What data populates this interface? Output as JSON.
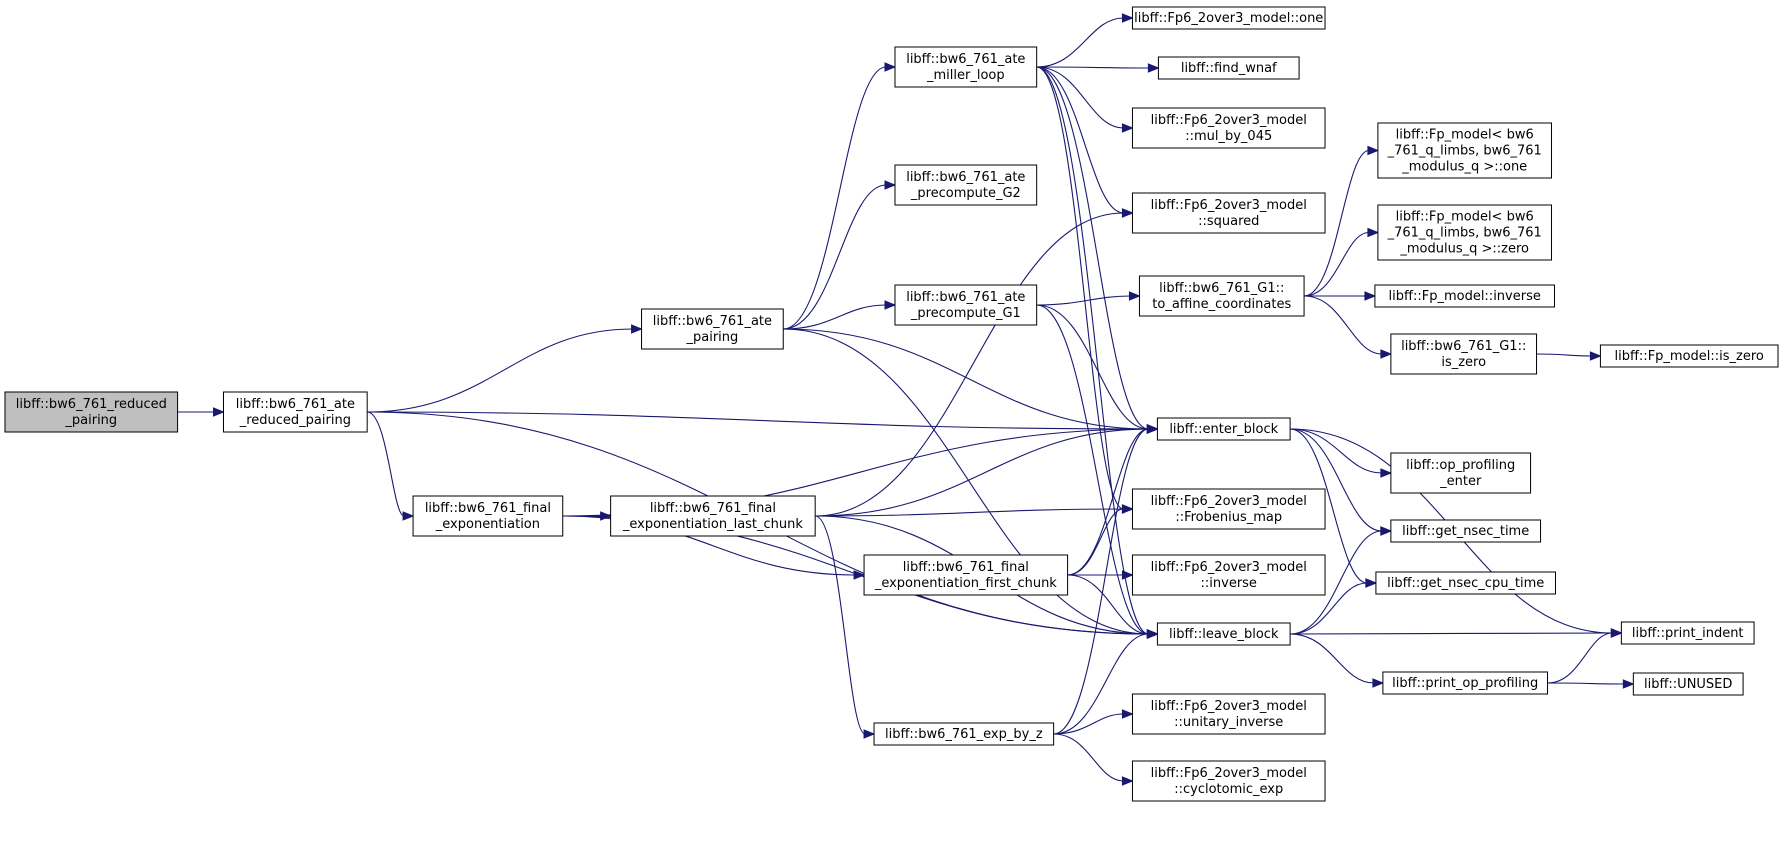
{
  "colors": {
    "edge": "#191970",
    "root_fill": "#bfbfbf",
    "node_fill": "#ffffff"
  },
  "nodes": {
    "reduced_pairing": {
      "lines": [
        "libff::bw6_761_reduced",
        "_pairing"
      ]
    },
    "ate_reduced_pairing": {
      "lines": [
        "libff::bw6_761_ate",
        "_reduced_pairing"
      ]
    },
    "ate_pairing": {
      "lines": [
        "libff::bw6_761_ate",
        "_pairing"
      ]
    },
    "final_exponentiation": {
      "lines": [
        "libff::bw6_761_final",
        "_exponentiation"
      ]
    },
    "fe_last_chunk": {
      "lines": [
        "libff::bw6_761_final",
        "_exponentiation_last_chunk"
      ]
    },
    "ate_miller_loop": {
      "lines": [
        "libff::bw6_761_ate",
        "_miller_loop"
      ]
    },
    "ate_precompute_G2": {
      "lines": [
        "libff::bw6_761_ate",
        "_precompute_G2"
      ]
    },
    "ate_precompute_G1": {
      "lines": [
        "libff::bw6_761_ate",
        "_precompute_G1"
      ]
    },
    "fe_first_chunk": {
      "lines": [
        "libff::bw6_761_final",
        "_exponentiation_first_chunk"
      ]
    },
    "exp_by_z": {
      "lines": [
        "libff::bw6_761_exp_by_z"
      ]
    },
    "fp6_one": {
      "lines": [
        "libff::Fp6_2over3_model::one"
      ]
    },
    "find_wnaf": {
      "lines": [
        "libff::find_wnaf"
      ]
    },
    "fp6_mul_by_045": {
      "lines": [
        "libff::Fp6_2over3_model",
        "::mul_by_045"
      ]
    },
    "fp6_squared": {
      "lines": [
        "libff::Fp6_2over3_model",
        "::squared"
      ]
    },
    "g1_to_affine": {
      "lines": [
        "libff::bw6_761_G1::",
        "to_affine_coordinates"
      ]
    },
    "enter_block": {
      "lines": [
        "libff::enter_block"
      ]
    },
    "fp6_frobenius": {
      "lines": [
        "libff::Fp6_2over3_model",
        "::Frobenius_map"
      ]
    },
    "fp6_inverse": {
      "lines": [
        "libff::Fp6_2over3_model",
        "::inverse"
      ]
    },
    "leave_block": {
      "lines": [
        "libff::leave_block"
      ]
    },
    "fp6_unitary_inverse": {
      "lines": [
        "libff::Fp6_2over3_model",
        "::unitary_inverse"
      ]
    },
    "fp6_cyclotomic_exp": {
      "lines": [
        "libff::Fp6_2over3_model",
        "::cyclotomic_exp"
      ]
    },
    "fp_model_one": {
      "lines": [
        "libff::Fp_model< bw6",
        "_761_q_limbs, bw6_761",
        "_modulus_q >::one"
      ]
    },
    "fp_model_zero": {
      "lines": [
        "libff::Fp_model< bw6",
        "_761_q_limbs, bw6_761",
        "_modulus_q >::zero"
      ]
    },
    "fp_model_inverse": {
      "lines": [
        "libff::Fp_model::inverse"
      ]
    },
    "g1_is_zero": {
      "lines": [
        "libff::bw6_761_G1::",
        "is_zero"
      ]
    },
    "op_profiling_enter": {
      "lines": [
        "libff::op_profiling",
        "_enter"
      ]
    },
    "get_nsec_time": {
      "lines": [
        "libff::get_nsec_time"
      ]
    },
    "get_nsec_cpu_time": {
      "lines": [
        "libff::get_nsec_cpu_time"
      ]
    },
    "print_op_profiling": {
      "lines": [
        "libff::print_op_profiling"
      ]
    },
    "fp_model_is_zero": {
      "lines": [
        "libff::Fp_model::is_zero"
      ]
    },
    "print_indent": {
      "lines": [
        "libff::print_indent"
      ]
    },
    "unused": {
      "lines": [
        "libff::UNUSED"
      ]
    }
  },
  "edges": [
    [
      "reduced_pairing",
      "ate_reduced_pairing"
    ],
    [
      "ate_reduced_pairing",
      "ate_pairing"
    ],
    [
      "ate_reduced_pairing",
      "final_exponentiation"
    ],
    [
      "ate_reduced_pairing",
      "enter_block"
    ],
    [
      "ate_reduced_pairing",
      "leave_block"
    ],
    [
      "ate_pairing",
      "ate_miller_loop"
    ],
    [
      "ate_pairing",
      "ate_precompute_G2"
    ],
    [
      "ate_pairing",
      "ate_precompute_G1"
    ],
    [
      "ate_pairing",
      "enter_block"
    ],
    [
      "ate_pairing",
      "leave_block"
    ],
    [
      "final_exponentiation",
      "fe_last_chunk"
    ],
    [
      "final_exponentiation",
      "fe_first_chunk"
    ],
    [
      "final_exponentiation",
      "enter_block"
    ],
    [
      "final_exponentiation",
      "leave_block"
    ],
    [
      "fe_last_chunk",
      "fp6_squared"
    ],
    [
      "fe_last_chunk",
      "fp6_frobenius"
    ],
    [
      "fe_last_chunk",
      "enter_block"
    ],
    [
      "fe_last_chunk",
      "exp_by_z"
    ],
    [
      "fe_last_chunk",
      "leave_block"
    ],
    [
      "ate_miller_loop",
      "fp6_one"
    ],
    [
      "ate_miller_loop",
      "find_wnaf"
    ],
    [
      "ate_miller_loop",
      "fp6_mul_by_045"
    ],
    [
      "ate_miller_loop",
      "fp6_squared"
    ],
    [
      "ate_miller_loop",
      "enter_block"
    ],
    [
      "ate_miller_loop",
      "fp6_frobenius"
    ],
    [
      "ate_miller_loop",
      "leave_block"
    ],
    [
      "ate_precompute_G1",
      "g1_to_affine"
    ],
    [
      "ate_precompute_G1",
      "enter_block"
    ],
    [
      "ate_precompute_G1",
      "leave_block"
    ],
    [
      "fe_first_chunk",
      "enter_block"
    ],
    [
      "fe_first_chunk",
      "fp6_frobenius"
    ],
    [
      "fe_first_chunk",
      "fp6_inverse"
    ],
    [
      "fe_first_chunk",
      "leave_block"
    ],
    [
      "exp_by_z",
      "enter_block"
    ],
    [
      "exp_by_z",
      "leave_block"
    ],
    [
      "exp_by_z",
      "fp6_unitary_inverse"
    ],
    [
      "exp_by_z",
      "fp6_cyclotomic_exp"
    ],
    [
      "g1_to_affine",
      "fp_model_one"
    ],
    [
      "g1_to_affine",
      "fp_model_zero"
    ],
    [
      "g1_to_affine",
      "fp_model_inverse"
    ],
    [
      "g1_to_affine",
      "g1_is_zero"
    ],
    [
      "g1_is_zero",
      "fp_model_is_zero"
    ],
    [
      "enter_block",
      "op_profiling_enter"
    ],
    [
      "enter_block",
      "get_nsec_time"
    ],
    [
      "enter_block",
      "get_nsec_cpu_time"
    ],
    [
      "enter_block",
      "print_indent"
    ],
    [
      "leave_block",
      "get_nsec_time"
    ],
    [
      "leave_block",
      "get_nsec_cpu_time"
    ],
    [
      "leave_block",
      "print_indent"
    ],
    [
      "leave_block",
      "print_op_profiling"
    ],
    [
      "print_op_profiling",
      "print_indent"
    ],
    [
      "print_op_profiling",
      "unused"
    ]
  ]
}
